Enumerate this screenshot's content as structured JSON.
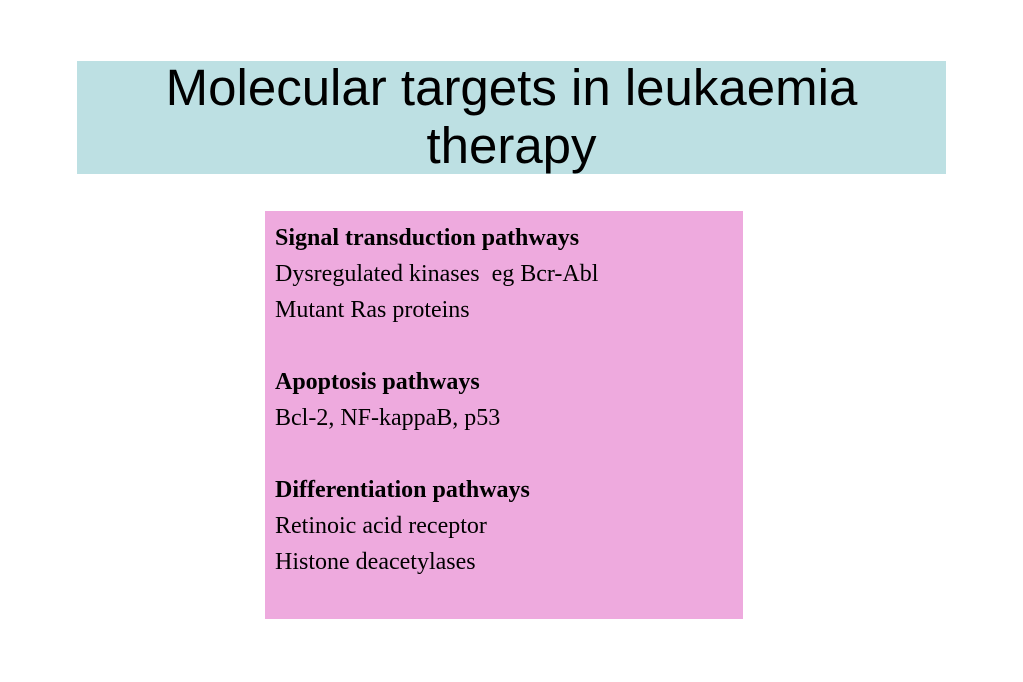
{
  "title": {
    "line1": "Molecular targets in leukaemia",
    "line2": "therapy"
  },
  "sections": [
    {
      "heading": "Signal transduction pathways",
      "items": [
        "Dysregulated kinases  eg Bcr-Abl",
        "Mutant Ras proteins"
      ]
    },
    {
      "heading": "Apoptosis pathways",
      "items": [
        "Bcl-2, NF-kappaB, p53"
      ]
    },
    {
      "heading": "Differentiation pathways",
      "items": [
        "Retinoic acid receptor",
        "Histone deacetylases"
      ]
    }
  ],
  "colors": {
    "title_background": "#bde0e3",
    "content_background": "#eeaade"
  }
}
